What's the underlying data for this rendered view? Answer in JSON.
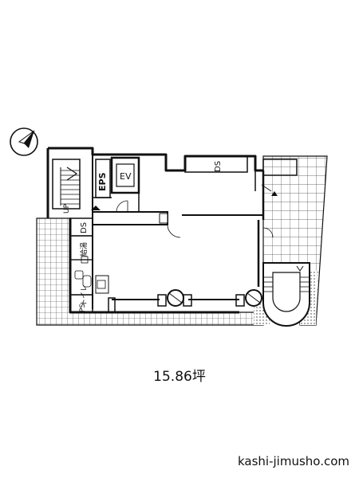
{
  "plan": {
    "labels": {
      "eps": "EPS",
      "ev": "EV",
      "ds_top": "DS",
      "ds_left": "DS",
      "kyutou": "給湯",
      "toilet": "トイレ",
      "ps": "PS",
      "up": "UP"
    },
    "area": "15.86坪"
  },
  "footer": {
    "site": "kashi-jimusho.com"
  }
}
